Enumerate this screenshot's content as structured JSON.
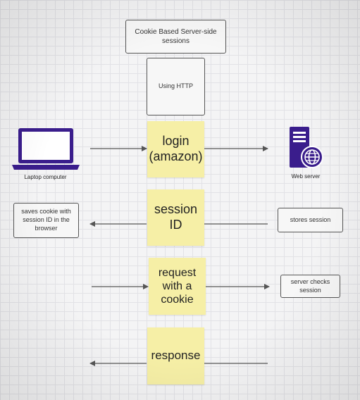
{
  "title": "Cookie Based Server-side sessions",
  "protocol": "Using HTTP",
  "client": {
    "icon": "laptop-icon",
    "label": "Laptop computer"
  },
  "server": {
    "icon": "web-server-icon",
    "label": "Web server"
  },
  "steps": [
    {
      "note": "login (amazon)",
      "direction": "client-to-server",
      "server_note": ""
    },
    {
      "note": "session ID",
      "direction": "server-to-client",
      "client_note": "saves cookie with session ID in the browser",
      "server_note": "stores session"
    },
    {
      "note": "request with a cookie",
      "direction": "client-to-server",
      "server_note": "server checks session"
    },
    {
      "note": "response",
      "direction": "server-to-client",
      "server_note": ""
    }
  ],
  "colors": {
    "sticky": "#f6efa6",
    "icon": "#3a1d8c",
    "arrow": "#555555"
  }
}
